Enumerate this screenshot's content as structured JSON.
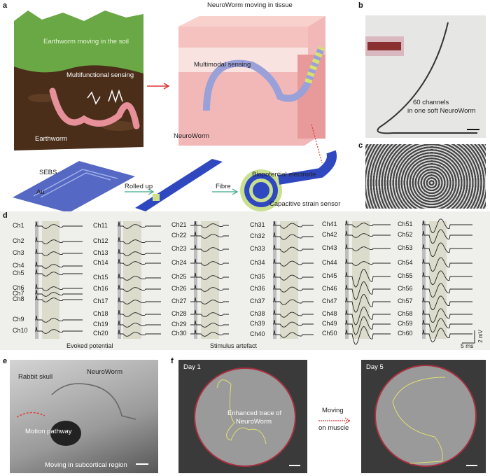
{
  "panels": {
    "a": {
      "label": "a",
      "soil_title": "Earthworm moving in the soil",
      "soil_sensing": "Multifunctional sensing",
      "earthworm": "Earthworm",
      "tissue_title": "NeuroWorm moving in tissue",
      "multimodal": "Multimodal sensing",
      "neuroworm": "NeuroWorm",
      "sebs": "SEBS",
      "au": "Au",
      "rolled": "Rolled up",
      "fibre": "Fibre",
      "bio_electrode": "Biopotential electrode",
      "strain_sensor": "Capacitive strain sensor"
    },
    "b": {
      "label": "b",
      "caption_line1": "60 channels",
      "caption_line2": "in one soft NeuroWorm"
    },
    "c": {
      "label": "c"
    },
    "d": {
      "label": "d",
      "columns": [
        [
          "Ch1",
          "Ch2",
          "Ch3",
          "Ch4",
          "Ch5",
          "Ch6",
          "Ch7",
          "Ch8",
          "Ch9",
          "Ch10"
        ],
        [
          "Ch11",
          "Ch12",
          "Ch13",
          "Ch14",
          "Ch15",
          "Ch16",
          "Ch17",
          "Ch18",
          "Ch19",
          "Ch20"
        ],
        [
          "Ch21",
          "Ch22",
          "Ch23",
          "Ch24",
          "Ch25",
          "Ch26",
          "Ch27",
          "Ch28",
          "Ch29",
          "Ch30"
        ],
        [
          "Ch31",
          "Ch32",
          "Ch33",
          "Ch34",
          "Ch35",
          "Ch36",
          "Ch37",
          "Ch38",
          "Ch39",
          "Ch40"
        ],
        [
          "Ch41",
          "Ch42",
          "Ch43",
          "Ch44",
          "Ch45",
          "Ch46",
          "Ch47",
          "Ch48",
          "Ch49",
          "Ch50"
        ],
        [
          "Ch51",
          "Ch52",
          "Ch53",
          "Ch54",
          "Ch55",
          "Ch56",
          "Ch57",
          "Ch58",
          "Ch59",
          "Ch60"
        ]
      ],
      "evoked": "Evoked potential",
      "artefact": "Stimulus artefact",
      "scale_v": "2 mV",
      "scale_t": "5 ms"
    },
    "e": {
      "label": "e",
      "skull": "Rabbit skull",
      "neuroworm": "NeuroWorm",
      "motion": "Motion pathway",
      "region": "Moving in subcortical region"
    },
    "f": {
      "label": "f",
      "day1": "Day 1",
      "day5": "Day 5",
      "trace": "Enhanced trace of",
      "trace2": "NeuroWorm",
      "moving1": "Moving",
      "moving2": "on muscle"
    }
  }
}
